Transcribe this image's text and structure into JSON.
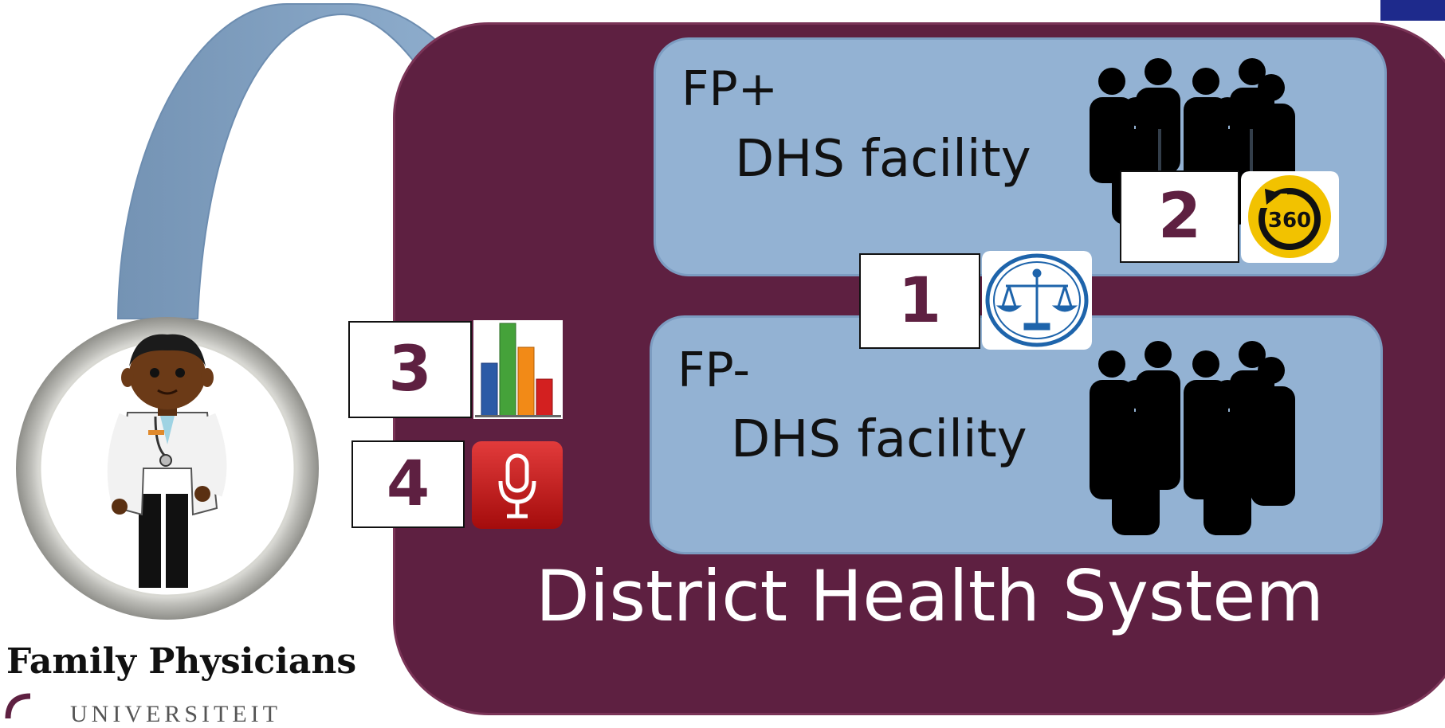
{
  "diagram": {
    "facilities": [
      {
        "type": "FP+",
        "name": "DHS facility"
      },
      {
        "type": "FP-",
        "name": "DHS facility"
      }
    ],
    "system_label": "District Health System",
    "steps": [
      {
        "number": "1",
        "icon": "scales-of-justice-icon"
      },
      {
        "number": "2",
        "icon": "360-rotate-icon"
      },
      {
        "number": "3",
        "icon": "bar-chart-icon"
      },
      {
        "number": "4",
        "icon": "microphone-icon"
      }
    ],
    "physician_label": "Family Physicians",
    "university_text": "UNIVERSITEIT",
    "colors": {
      "system_panel": "#5e2041",
      "facility_panel": "#93b2d3",
      "arrow": "#8fb0d2",
      "number_text": "#5e2041"
    }
  }
}
